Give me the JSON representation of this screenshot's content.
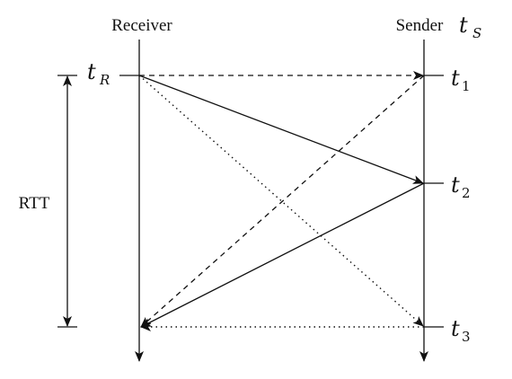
{
  "labels": {
    "receiver": "Receiver",
    "sender": "Sender",
    "rtt": "RTT",
    "ts": {
      "base": "t",
      "sub": "S"
    },
    "tr": {
      "base": "t",
      "sub": "R"
    },
    "t1": {
      "base": "t",
      "sub": "1"
    },
    "t2": {
      "base": "t",
      "sub": "2"
    },
    "t3": {
      "base": "t",
      "sub": "3"
    }
  },
  "colors": {
    "ink": "#111111",
    "background": "#ffffff"
  }
}
